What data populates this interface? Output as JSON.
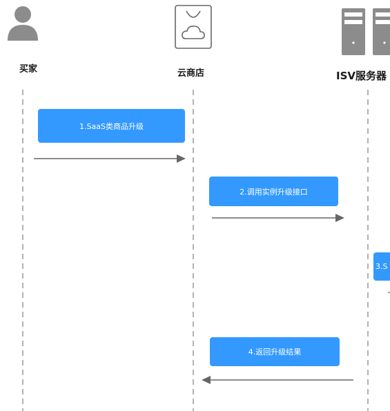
{
  "actors": [
    {
      "label": "买家",
      "icon": "user-icon"
    },
    {
      "label": "云商店",
      "icon": "shopping-bag-cloud-icon"
    },
    {
      "label": "ISV服务器",
      "icon": "server-icon"
    }
  ],
  "steps": [
    {
      "label": "1.SaaS类商品升级"
    },
    {
      "label": "2.调用实例升级接口"
    },
    {
      "label": "3.S"
    },
    {
      "label": "4.返回升级结果"
    }
  ],
  "colors": {
    "accent": "#3399ff",
    "icon_gray": "#8c8c8c",
    "line_gray": "#666666"
  }
}
